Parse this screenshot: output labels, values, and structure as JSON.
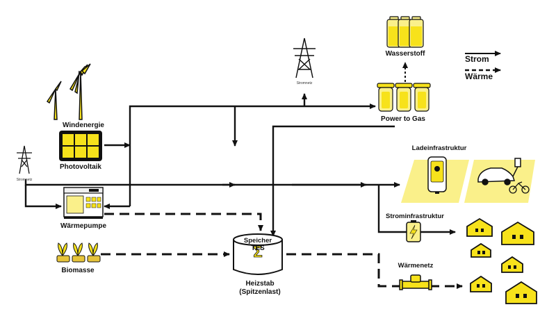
{
  "labels": {
    "windenergie": "Windenergie",
    "photovoltaik": "Photovoltaik",
    "stromnetz_left": "Stromnetz",
    "stromnetz_top": "Stromnetz",
    "waermepumpe": "Wärmepumpe",
    "biomasse": "Biomasse",
    "speicher": "Speicher",
    "tes": "TES",
    "heizstab": "Heizstab",
    "spitzenlast": "(Spitzenlast)",
    "wasserstoff": "Wasserstoff",
    "power_to_gas": "Power to Gas",
    "ladeinfrastruktur": "Ladeinfrastruktur",
    "strominfrastruktur": "Strominfrastruktur",
    "waermenetz": "Wärmenetz"
  },
  "legend": {
    "strom": "Strom",
    "waerme": "Wärme"
  },
  "colors": {
    "accent_yellow": "#f7e21b",
    "light_yellow": "#faf08a",
    "line": "#111111"
  }
}
